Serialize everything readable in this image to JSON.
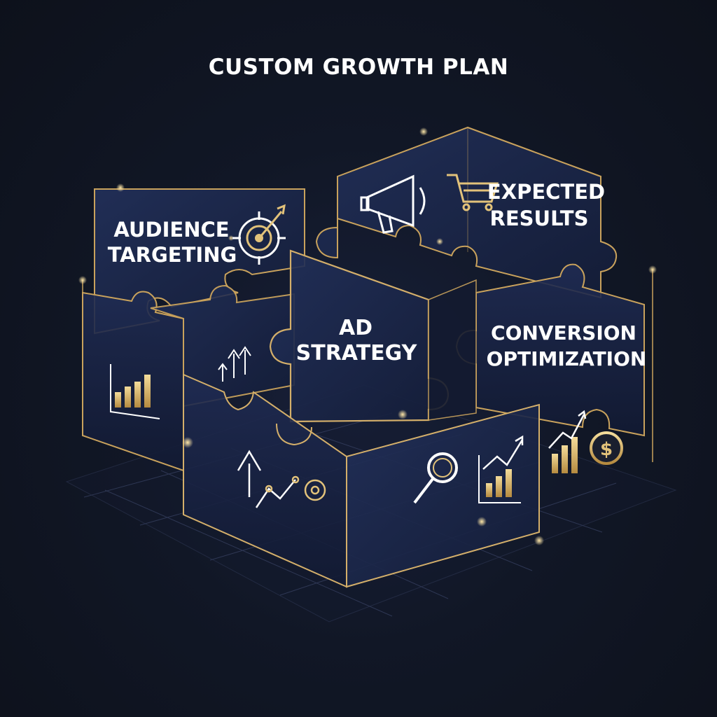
{
  "title": "CUSTOM GROWTH PLAN",
  "pieces": {
    "audience_targeting": {
      "line1": "AUDIENCE",
      "line2": "TARGETING",
      "icon": "target-arrow-icon"
    },
    "expected_results": {
      "line1": "EXPECTED",
      "line2": "RESULTS",
      "icons": [
        "megaphone-icon",
        "shopping-cart-icon"
      ]
    },
    "ad_strategy": {
      "line1": "AD",
      "line2": "STRATEGY"
    },
    "conversion_optimization": {
      "line1": "CONVERSION",
      "line2": "OPTIMIZATION"
    }
  },
  "decorative_icons": [
    "bar-chart-icon",
    "up-arrows-icon",
    "growth-arrow-icon",
    "line-chart-icon",
    "gear-icon",
    "magnifier-icon",
    "trend-bar-chart-icon",
    "dollar-coin-icon"
  ],
  "colors": {
    "background": "#111726",
    "panel": "#1a2547",
    "gold": "#d4af6a",
    "text": "#ffffff"
  }
}
